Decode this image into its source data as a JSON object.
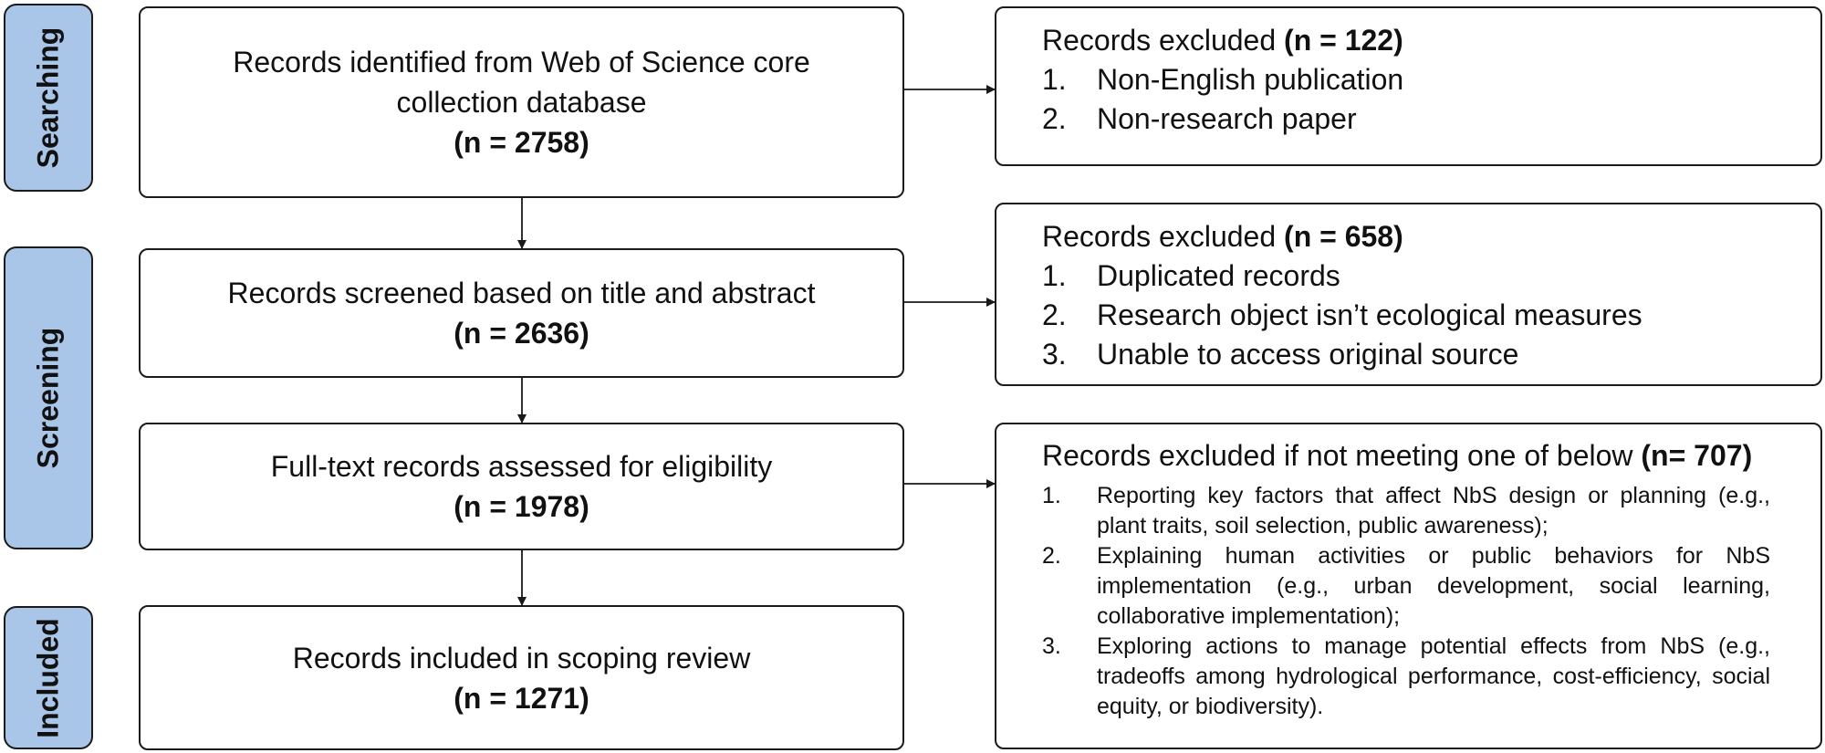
{
  "stages": [
    {
      "label": "Searching"
    },
    {
      "label": "Screening"
    },
    {
      "label": "Included"
    }
  ],
  "flow": [
    {
      "text": "Records identified from Web of Science core collection database",
      "count": "(n = 2758)"
    },
    {
      "text": "Records screened based on title and abstract",
      "count": "(n = 2636)"
    },
    {
      "text": "Full-text records assessed for eligibility",
      "count": "(n = 1978)"
    },
    {
      "text": "Records included in scoping review",
      "count": "(n = 1271)"
    }
  ],
  "exclusions": [
    {
      "heading": "Records excluded ",
      "count": "(n = 122)",
      "items": [
        {
          "num": "1.",
          "text": "Non-English publication"
        },
        {
          "num": "2.",
          "text": "Non-research paper"
        }
      ]
    },
    {
      "heading": "Records excluded ",
      "count": "(n = 658)",
      "items": [
        {
          "num": "1.",
          "text": "Duplicated records"
        },
        {
          "num": "2.",
          "text": "Research object isn’t ecological measures"
        },
        {
          "num": "3.",
          "text": "Unable to access original source"
        }
      ]
    },
    {
      "heading": "Records excluded if not meeting one of below ",
      "count": "(n= 707)",
      "items": [
        {
          "num": "1.",
          "text": "Reporting key factors that affect NbS design or planning (e.g., plant traits, soil selection, public awareness);"
        },
        {
          "num": "2.",
          "text": "Explaining human activities or public behaviors for NbS implementation (e.g., urban development, social learning, collaborative implementation);"
        },
        {
          "num": "3.",
          "text": "Exploring actions to manage potential effects from NbS (e.g., tradeoffs among hydrological performance, cost-efficiency, social equity, or biodiversity)."
        }
      ]
    }
  ]
}
